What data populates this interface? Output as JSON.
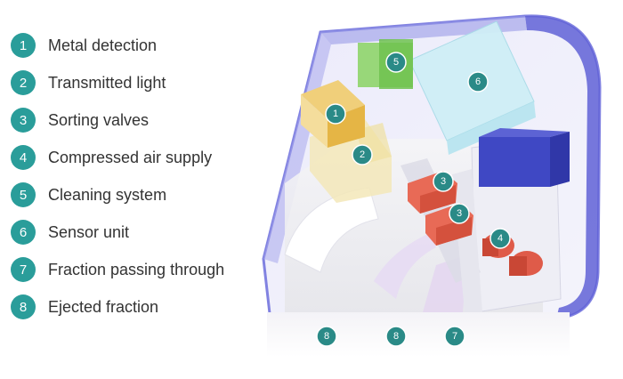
{
  "legend": [
    {
      "num": "1",
      "label": "Metal detection"
    },
    {
      "num": "2",
      "label": "Transmitted light"
    },
    {
      "num": "3",
      "label": "Sorting valves"
    },
    {
      "num": "4",
      "label": "Compressed air supply"
    },
    {
      "num": "5",
      "label": "Cleaning system"
    },
    {
      "num": "6",
      "label": "Sensor unit"
    },
    {
      "num": "7",
      "label": "Fraction passing through"
    },
    {
      "num": "8",
      "label": "Ejected fraction"
    }
  ],
  "markers": {
    "metal": "1",
    "light": "2",
    "valve_a": "3",
    "valve_b": "3",
    "air_a": "4",
    "cleaning": "5",
    "sensor": "6",
    "pass": "7",
    "eject_a": "8",
    "eject_b": "8"
  },
  "colors": {
    "marker": "#2a8a87",
    "housing": "#6e6fd8",
    "sensor": "#cdeef5",
    "cleaning": "#8ed46a",
    "metal": "#e8b948",
    "light": "#f3e7b0",
    "valves": "#e86a56",
    "air": "#e0584a",
    "block": "#3f48c4"
  }
}
